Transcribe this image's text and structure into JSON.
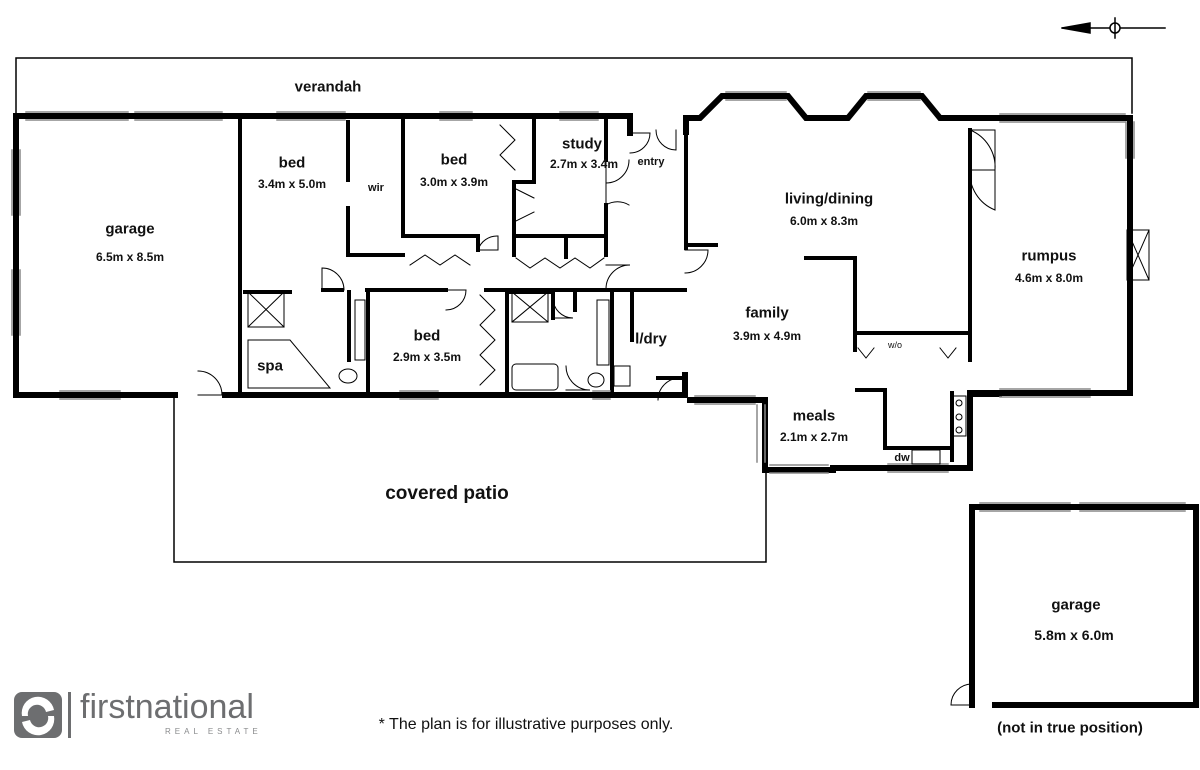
{
  "rooms": {
    "verandah": {
      "name": "verandah"
    },
    "garage_main": {
      "name": "garage",
      "dims": "6.5m x 8.5m"
    },
    "bed1": {
      "name": "bed",
      "dims": "3.4m x 5.0m"
    },
    "wir": {
      "name": "wir"
    },
    "bed2": {
      "name": "bed",
      "dims": "3.0m x 3.9m"
    },
    "study": {
      "name": "study",
      "dims": "2.7m x 3.4m"
    },
    "entry": {
      "name": "entry"
    },
    "living": {
      "name": "living/dining",
      "dims": "6.0m x 8.3m"
    },
    "rumpus": {
      "name": "rumpus",
      "dims": "4.6m x 8.0m"
    },
    "bed3": {
      "name": "bed",
      "dims": "2.9m x 3.5m"
    },
    "spa": {
      "name": "spa"
    },
    "laundry": {
      "name": "l/dry"
    },
    "family": {
      "name": "family",
      "dims": "3.9m x 4.9m"
    },
    "wo": {
      "name": "w/o"
    },
    "meals": {
      "name": "meals",
      "dims": "2.1m x 2.7m"
    },
    "dw": {
      "name": "dw"
    },
    "patio": {
      "name": "covered patio"
    },
    "garage_detached": {
      "name": "garage",
      "dims": "5.8m x 6.0m",
      "note": "(not in true position)"
    }
  },
  "disclaimer": "* The plan is for illustrative purposes only.",
  "logo": {
    "name": "firstnational",
    "tagline": "REAL ESTATE"
  },
  "colors": {
    "wall": "#000000",
    "window": "#999999",
    "logo": "#6d6e70"
  }
}
